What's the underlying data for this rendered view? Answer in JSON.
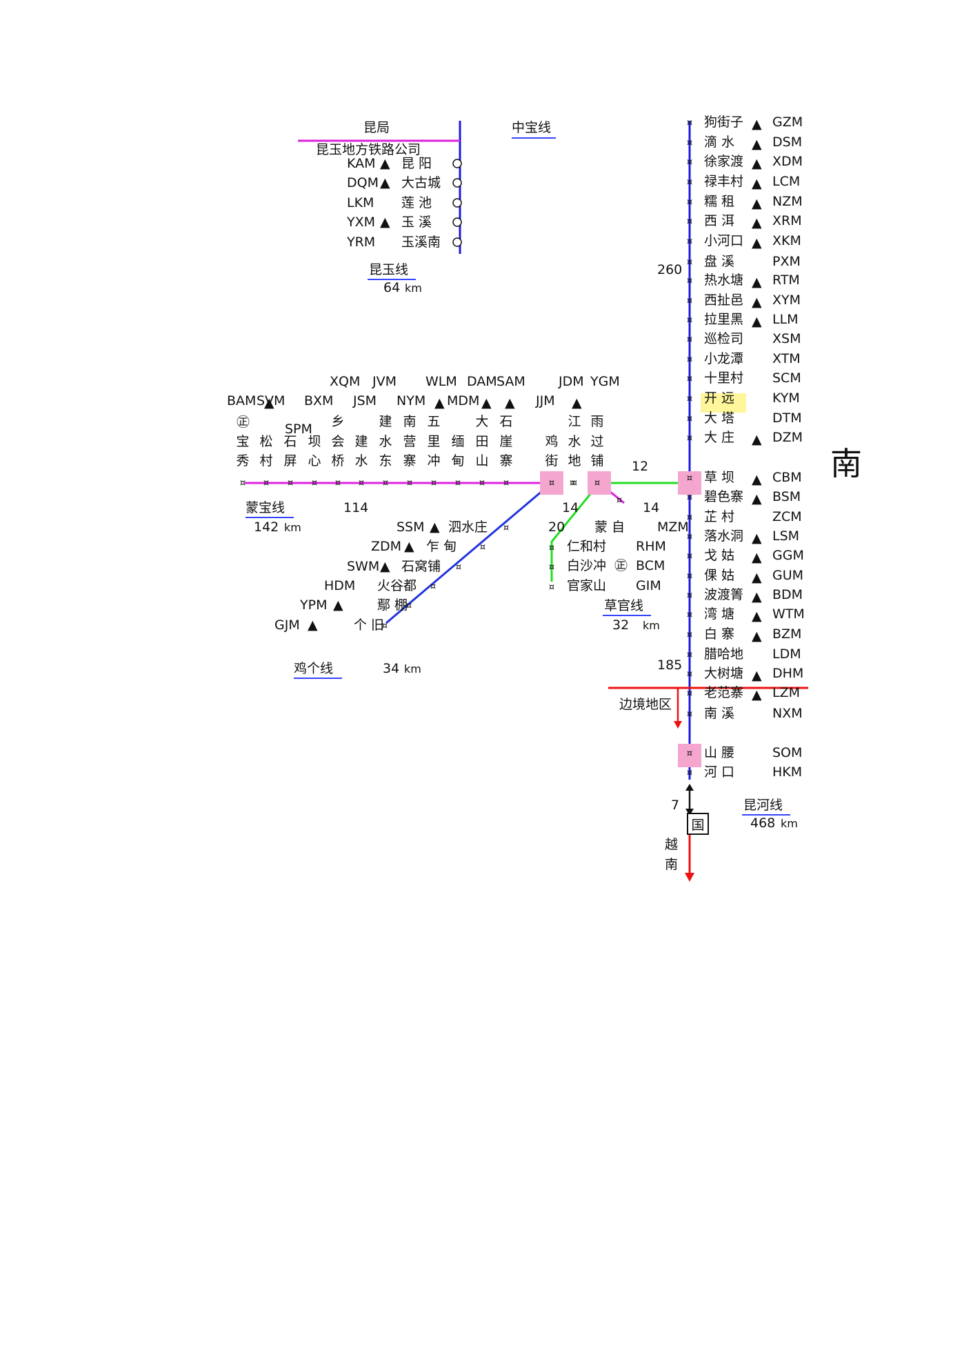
{
  "colors": {
    "kunhe": "#1a1adf",
    "mengbao": "#dd22dd",
    "jige": "#2233dd",
    "caoguan": "#22dd22",
    "border": "#ee1111",
    "highlight_station": "#f4a6cf",
    "highlight_kaiyuan": "#fff59a"
  },
  "icons": {
    "station": "currency-sign-icon",
    "triangle": "black-triangle-icon",
    "circle": "circle-station-icon",
    "zheng": "circled-zheng-icon",
    "guo": "boxed-guo-icon"
  },
  "glyphs": {
    "station": "¤",
    "triangle": "▲",
    "circle": "○",
    "zheng": "㊣",
    "guo": "国"
  },
  "header": {
    "kunju": "昆局",
    "company": "昆玉地方铁路公司",
    "zhongbao": "中宝线",
    "nan_big": "南"
  },
  "kunyu": {
    "line_name": "昆玉线",
    "length_num": "64",
    "unit": "km",
    "stations": [
      {
        "code": "KAM",
        "name": "昆  阳",
        "tri": true
      },
      {
        "code": "DQM",
        "name": "大古城",
        "tri": true
      },
      {
        "code": "LKM",
        "name": "莲  池",
        "tri": false
      },
      {
        "code": "YXM",
        "name": "玉  溪",
        "tri": true
      },
      {
        "code": "YRM",
        "name": "玉溪南",
        "tri": false
      }
    ]
  },
  "kunhe": {
    "line_name": "昆河线",
    "length_num": "468",
    "unit": "km",
    "km_260": "260",
    "km_12": "12",
    "km_185": "185",
    "km_7": "7",
    "stations": [
      {
        "name": "狗街子",
        "code": "GZM",
        "tri": true
      },
      {
        "name": "滴  水",
        "code": "DSM",
        "tri": true
      },
      {
        "name": "徐家渡",
        "code": "XDM",
        "tri": true
      },
      {
        "name": "禄丰村",
        "code": "LCM",
        "tri": true
      },
      {
        "name": "糯  租",
        "code": "NZM",
        "tri": true
      },
      {
        "name": "西  洱",
        "code": "XRM",
        "tri": true
      },
      {
        "name": "小河口",
        "code": "XKM",
        "tri": true
      },
      {
        "name": "盘  溪",
        "code": "PXM",
        "tri": false
      },
      {
        "name": "热水塘",
        "code": "RTM",
        "tri": true
      },
      {
        "name": "西扯邑",
        "code": "XYM",
        "tri": true
      },
      {
        "name": "拉里黑",
        "code": "LLM",
        "tri": true
      },
      {
        "name": "巡检司",
        "code": "XSM",
        "tri": false
      },
      {
        "name": "小龙潭",
        "code": "XTM",
        "tri": false
      },
      {
        "name": "十里村",
        "code": "SCM",
        "tri": false
      },
      {
        "name": "开  远",
        "code": "KYM",
        "tri": false
      },
      {
        "name": "大  塔",
        "code": "DTM",
        "tri": false
      },
      {
        "name": "大  庄",
        "code": "DZM",
        "tri": true
      },
      {
        "name": "草  坝",
        "code": "CBM",
        "tri": true
      },
      {
        "name": "碧色寨",
        "code": "BSM",
        "tri": true
      },
      {
        "name": "芷  村",
        "code": "ZCM",
        "tri": false
      },
      {
        "name": "落水洞",
        "code": "LSM",
        "tri": true
      },
      {
        "name": "戈  姑",
        "code": "GGM",
        "tri": true
      },
      {
        "name": "倮  姑",
        "code": "GUM",
        "tri": true
      },
      {
        "name": "波渡箐",
        "code": "BDM",
        "tri": true
      },
      {
        "name": "湾  塘",
        "code": "WTM",
        "tri": true
      },
      {
        "name": "白  寨",
        "code": "BZM",
        "tri": true
      },
      {
        "name": "腊哈地",
        "code": "LDM",
        "tri": false
      },
      {
        "name": "大树塘",
        "code": "DHM",
        "tri": true
      },
      {
        "name": "老范寨",
        "code": "LZM",
        "tri": true
      },
      {
        "name": "南  溪",
        "code": "NXM",
        "tri": false
      },
      {
        "name": "山  腰",
        "code": "SOM",
        "tri": false
      },
      {
        "name": "河  口",
        "code": "HKM",
        "tri": false
      }
    ],
    "border_label": "边境地区",
    "yue": "越",
    "nan": "南",
    "guo": "国"
  },
  "mengbao": {
    "line_name": "蒙宝线",
    "length_num": "142",
    "unit": "km",
    "km_114": "114",
    "km_14a": "14",
    "km_14b": "14",
    "codes_row1": [
      "XQM",
      "JVM",
      "WLM",
      "DAM",
      "SAM",
      "JDM",
      "YGM"
    ],
    "codes_row2": [
      "BAM",
      "SVM",
      "BXM",
      "JSM",
      "NYM",
      "MDM",
      "JJM"
    ],
    "spm": "SPM",
    "stations": [
      {
        "c1": "",
        "c2": "宝",
        "c3": "秀"
      },
      {
        "c1": "",
        "c2": "松",
        "c3": "村"
      },
      {
        "c1": "",
        "c2": "石",
        "c3": "屏"
      },
      {
        "c1": "",
        "c2": "坝",
        "c3": "心"
      },
      {
        "c1": "乡",
        "c2": "会",
        "c3": "桥"
      },
      {
        "c1": "",
        "c2": "建",
        "c3": "水"
      },
      {
        "c1": "建",
        "c2": "水",
        "c3": "东"
      },
      {
        "c1": "南",
        "c2": "营",
        "c3": "寨"
      },
      {
        "c1": "五",
        "c2": "里",
        "c3": "冲"
      },
      {
        "c1": "",
        "c2": "缅",
        "c3": "甸"
      },
      {
        "c1": "大",
        "c2": "田",
        "c3": "山"
      },
      {
        "c1": "石",
        "c2": "崖",
        "c3": "寨"
      },
      {
        "c1": "",
        "c2": "鸡",
        "c3": "街"
      },
      {
        "c1": "江",
        "c2": "水",
        "c3": "地"
      },
      {
        "c1": "雨",
        "c2": "过",
        "c3": "铺"
      }
    ]
  },
  "jige": {
    "line_name": "鸡个线",
    "length_num": "34",
    "unit": "km",
    "stations": [
      {
        "code": "SSM",
        "name": "泗水庄",
        "tri": true
      },
      {
        "code": "ZDM",
        "name": "乍  甸",
        "tri": true
      },
      {
        "code": "SWM",
        "name": "石窝铺",
        "tri": true
      },
      {
        "code": "HDM",
        "name": "火谷都",
        "tri": false
      },
      {
        "code": "YPM",
        "name": "鄢  棚",
        "tri": true
      },
      {
        "code": "GJM",
        "name": "个  旧",
        "tri": true
      }
    ]
  },
  "caoguan": {
    "line_name": "草官线",
    "length_num": "32",
    "unit": "km",
    "km_20": "20",
    "mengzi": "蒙  自",
    "mzm": "MZM",
    "stations": [
      {
        "name": "仁和村",
        "code": "RHM"
      },
      {
        "name": "白沙冲",
        "code": "BCM"
      },
      {
        "name": "官家山",
        "code": "GIM"
      }
    ]
  }
}
